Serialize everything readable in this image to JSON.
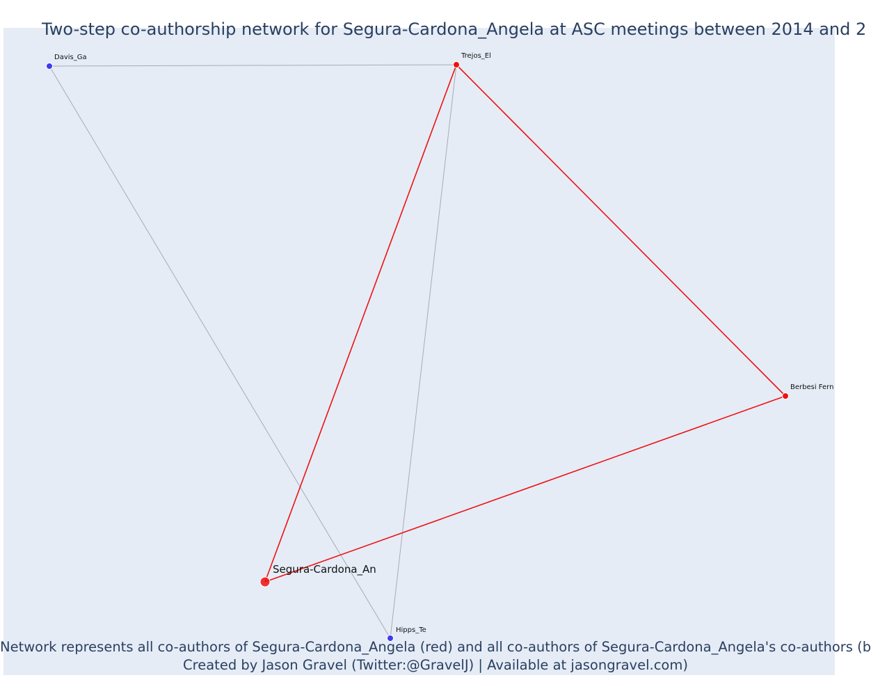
{
  "title": "Two-step co-authorship network for Segura-Cardona_Angela at ASC meetings between 2014 and 2",
  "caption_line1": "Network represents all co-authors of Segura-Cardona_Angela (red) and all co-authors of Segura-Cardona_Angela's co-authors (b",
  "caption_line2": "Created by Jason Gravel (Twitter:@GravelJ) | Available at jasongravel.com)",
  "colors": {
    "background": "#e5ecf6",
    "direct": "#ee1111",
    "indirect": "#3b3bf0",
    "indirect_edge": "#aaaab4",
    "title_text": "#2a3f5f"
  },
  "nodes": [
    {
      "id": "segura",
      "label": "Segura-Cardona_An",
      "group": "focal"
    },
    {
      "id": "trejos",
      "label": "Trejos_El",
      "group": "direct"
    },
    {
      "id": "berbesi",
      "label": "Berbesi Fern",
      "group": "direct"
    },
    {
      "id": "davis",
      "label": "Davis_Ga",
      "group": "indirect"
    },
    {
      "id": "hipps",
      "label": "Hipps_Te",
      "group": "indirect"
    }
  ],
  "edges": [
    {
      "source": "davis",
      "target": "trejos",
      "type": "indirect"
    },
    {
      "source": "davis",
      "target": "hipps",
      "type": "indirect"
    },
    {
      "source": "trejos",
      "target": "hipps",
      "type": "indirect"
    },
    {
      "source": "segura",
      "target": "trejos",
      "type": "direct"
    },
    {
      "source": "trejos",
      "target": "berbesi",
      "type": "direct"
    },
    {
      "source": "segura",
      "target": "berbesi",
      "type": "direct"
    }
  ]
}
